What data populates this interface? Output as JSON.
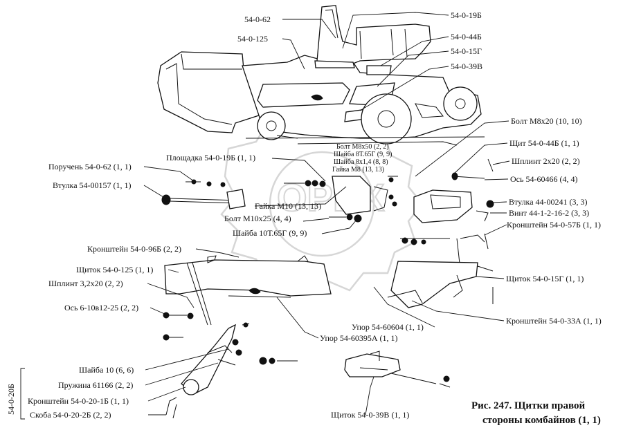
{
  "labels": {
    "top_54_0_62": "54-0-62",
    "top_54_0_125": "54-0-125",
    "top_54_0_19B": "54-0-19Б",
    "top_54_0_44B": "54-0-44Б",
    "top_54_0_15G": "54-0-15Г",
    "top_54_0_39V": "54-0-39В",
    "bolt_m8x20": "Болт М8х20 (10, 10)",
    "shchit_44b": "Щит 54-0-44Б (1, 1)",
    "shplint_2x20": "Шплинт 2х20 (2, 2)",
    "os_60466": "Ось 54-60466 (4, 4)",
    "vtulka_00241": "Втулка 44-00241 (3, 3)",
    "vint": "Винт 44-1-2-16-2 (3, 3)",
    "kronshtein_57b": "Кронштейн 54-0-57Б (1, 1)",
    "ploshchadka": "Площадка 54-0-19Б (1, 1)",
    "poruchen": "Поручень 54-0-62 (1, 1)",
    "vtulka_00157": "Втулка 54-00157 (1, 1)",
    "bolt_m8x50": "Болт М8х50 (2, 2)",
    "shaiba_8t": "Шайба 8Т.65Г (9, 9)",
    "shaiba_8x1_4": "Шайба 8х1,4 (8, 8)",
    "gaika_m8": "Гайка М8 (13, 13)",
    "gaika_m10": "Гайка М10 (13, 13)",
    "bolt_m10x25": "Болт М10х25 (4, 4)",
    "shaiba_10t": "Шайба 10Т.65Г (9, 9)",
    "kronshtein_96b": "Кронштейн 54-0-96Б (2, 2)",
    "shchitok_125": "Щиток 54-0-125 (1, 1)",
    "shplint_3_2x20": "Шплинт 3,2х20 (2, 2)",
    "os_6_10": "Ось 6-10в12-25 (2, 2)",
    "shchitok_15g": "Щиток 54-0-15Г (1, 1)",
    "kronshtein_33a": "Кронштейн 54-0-33А (1, 1)",
    "upor_60604": "Упор 54-60604 (1, 1)",
    "upor_60395a": "Упор 54-60395А (1, 1)",
    "shaiba_10": "Шайба 10 (6, 6)",
    "pruzhina": "Пружина 61166 (2, 2)",
    "kronshtein_20_1b": "Кронштейн 54-0-20-1Б (1, 1)",
    "skoba": "Скоба 54-0-20-2Б (2, 2)",
    "assembly": "54-0-20Б",
    "shchitok_39v": "Щиток 54-0-39В (1, 1)"
  },
  "caption": {
    "line1": "Рис. 247. Щитки правой",
    "line2": "стороны комбайнов (1, 1)"
  },
  "colors": {
    "ink": "#111111",
    "paper": "#ffffff",
    "watermark": "#d6d6d6"
  }
}
